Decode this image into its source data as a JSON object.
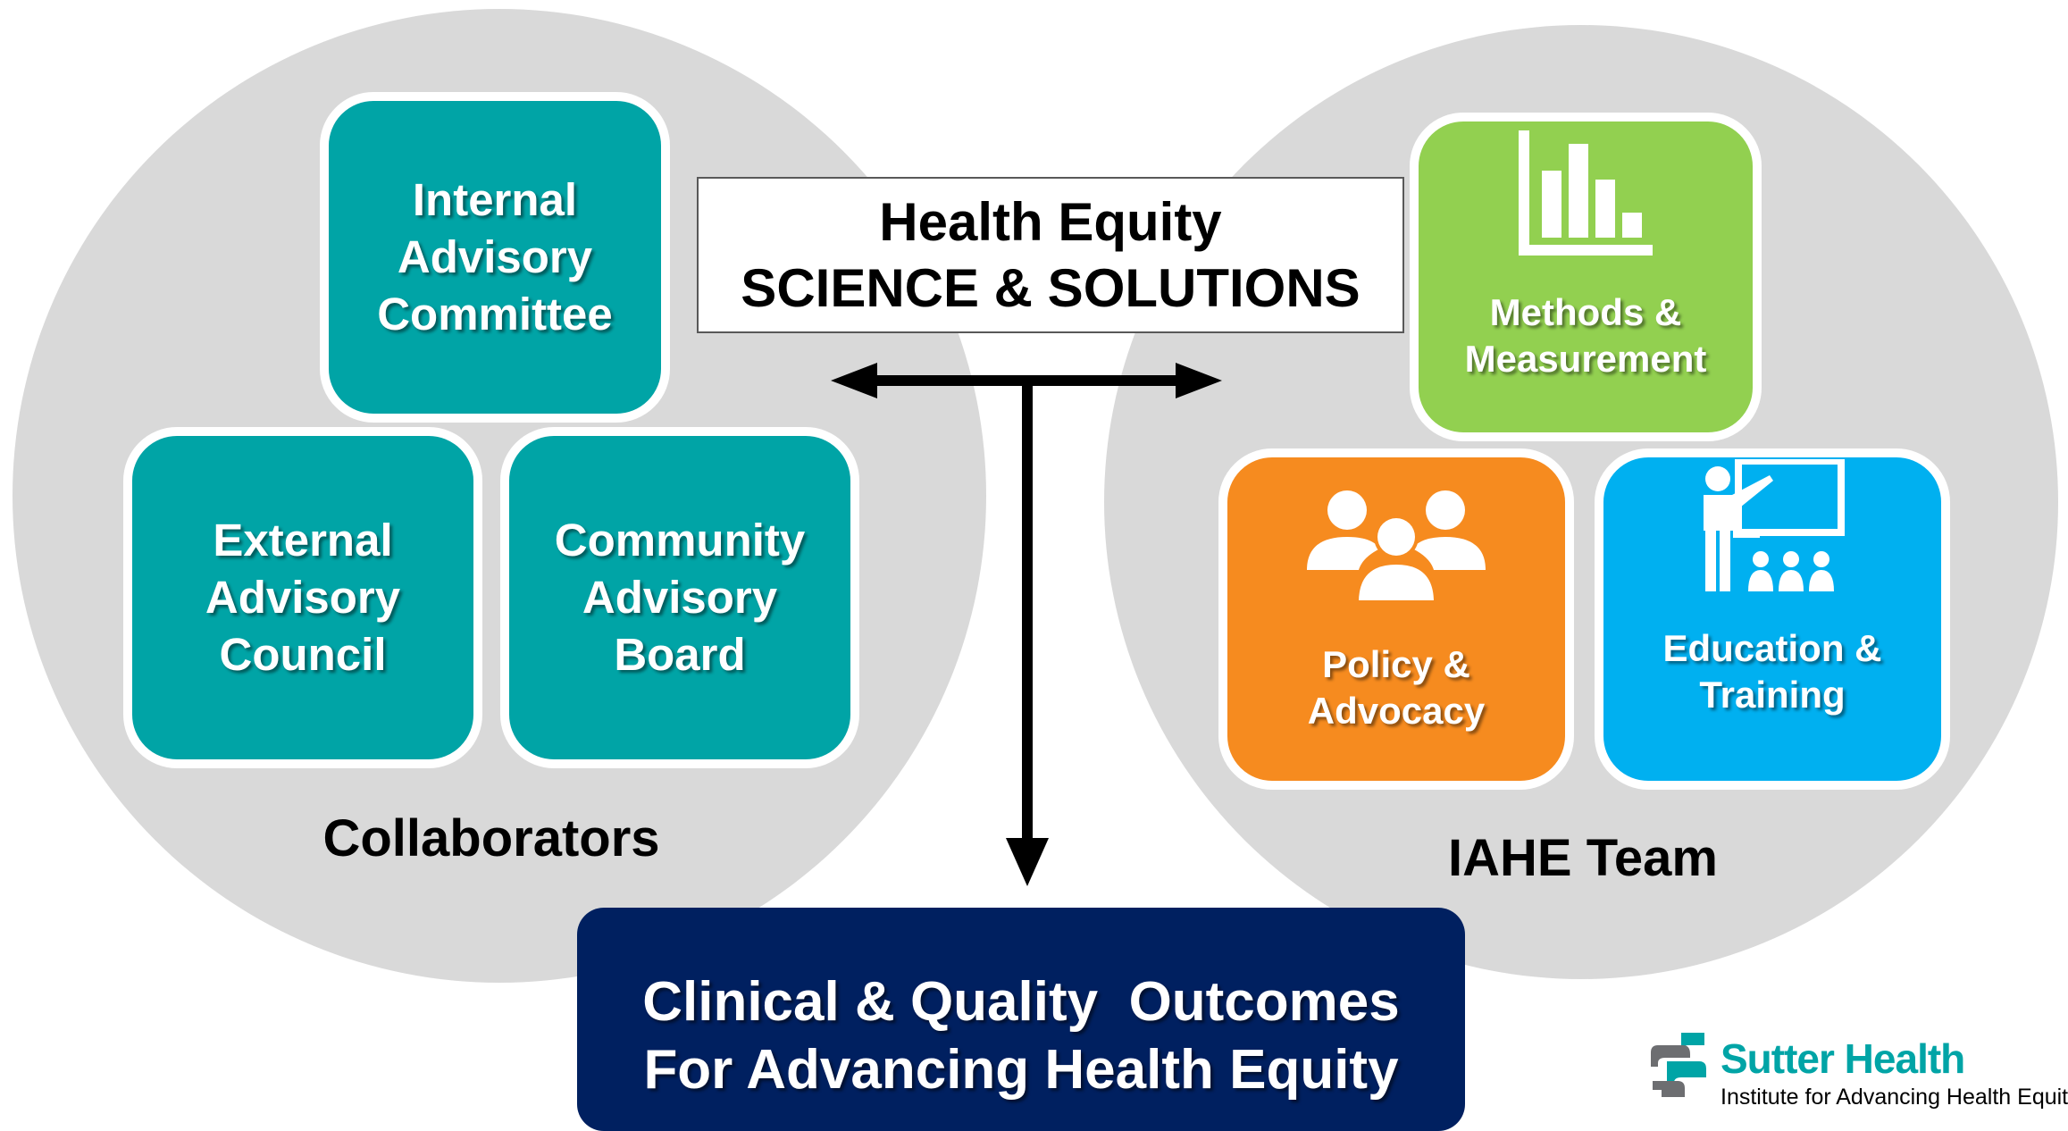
{
  "collaborators": {
    "label": "Collaborators",
    "boxes": [
      {
        "text": "Internal\nAdvisory\nCommittee"
      },
      {
        "text": "External\nAdvisory\nCouncil"
      },
      {
        "text": "Community\nAdvisory\nBoard"
      }
    ]
  },
  "center": {
    "title_line1": "Health Equity",
    "title_line2": "SCIENCE & SOLUTIONS"
  },
  "team": {
    "label": "IAHE Team",
    "boxes": [
      {
        "text": "Methods &\nMeasurement",
        "icon": "bar-chart-icon"
      },
      {
        "text": "Policy &\nAdvocacy",
        "icon": "people-group-icon"
      },
      {
        "text": "Education &\nTraining",
        "icon": "teacher-presentation-icon"
      }
    ]
  },
  "outcomes": {
    "line1": "Clinical & Quality  Outcomes",
    "line2": "For Advancing Health Equity"
  },
  "logo": {
    "name": "Sutter Health",
    "subtitle": "Institute for Advancing Health Equity"
  },
  "colors": {
    "circle": "#d9d9d9",
    "teal": "#00a4a6",
    "green": "#92d050",
    "orange": "#f68b1f",
    "blue": "#00b0f0",
    "navy": "#002060"
  }
}
